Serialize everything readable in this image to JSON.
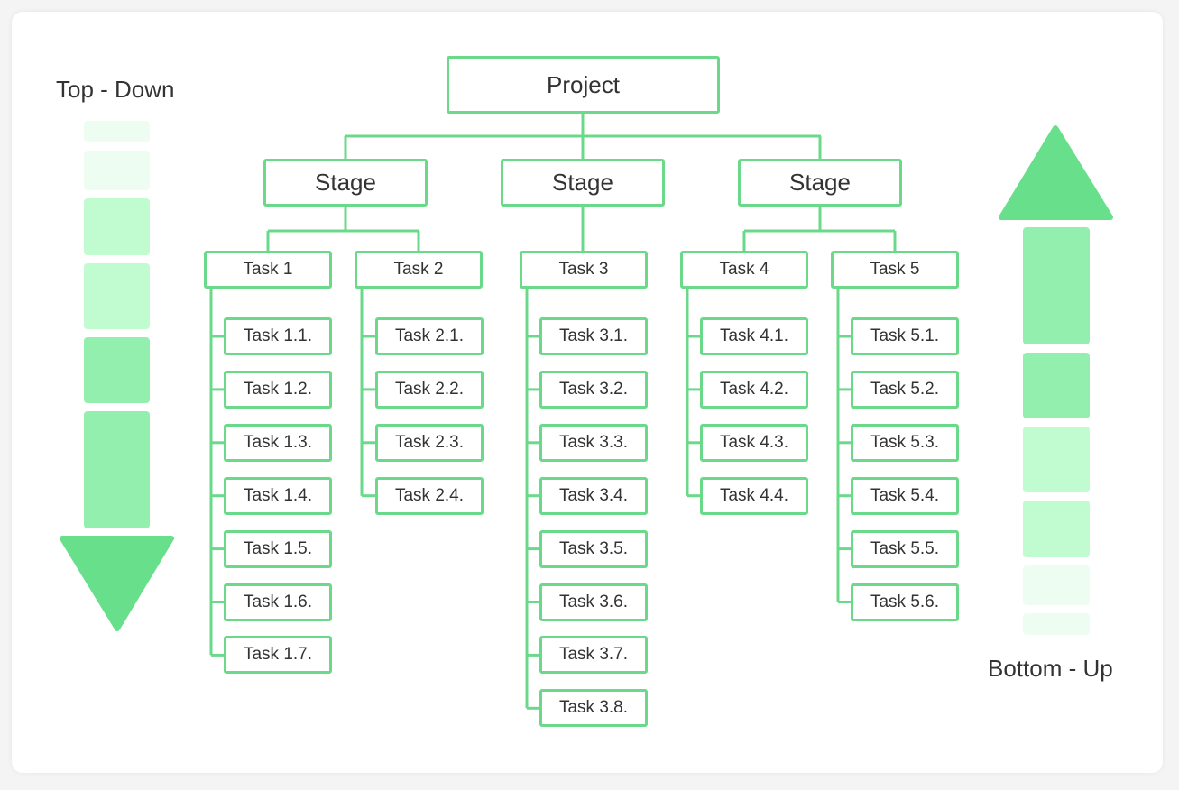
{
  "labels": {
    "top_down": "Top - Down",
    "bottom_up": "Bottom - Up"
  },
  "colors": {
    "line": "#6bd98a",
    "segment_pale": "#eefdf2",
    "segment_light": "#c1fbd0",
    "segment_mid": "#93efae",
    "arrow": "#68df8a",
    "text": "#333333"
  },
  "tree": {
    "root": "Project",
    "stages": [
      "Stage",
      "Stage",
      "Stage"
    ],
    "tasks": [
      {
        "label": "Task 1",
        "subtasks": [
          "Task 1.1.",
          "Task 1.2.",
          "Task 1.3.",
          "Task 1.4.",
          "Task 1.5.",
          "Task 1.6.",
          "Task 1.7."
        ]
      },
      {
        "label": "Task 2",
        "subtasks": [
          "Task 2.1.",
          "Task 2.2.",
          "Task 2.3.",
          "Task 2.4."
        ]
      },
      {
        "label": "Task 3",
        "subtasks": [
          "Task 3.1.",
          "Task 3.2.",
          "Task 3.3.",
          "Task 3.4.",
          "Task 3.5.",
          "Task 3.6.",
          "Task 3.7.",
          "Task 3.8."
        ]
      },
      {
        "label": "Task 4",
        "subtasks": [
          "Task 4.1.",
          "Task 4.2.",
          "Task 4.3.",
          "Task 4.4."
        ]
      },
      {
        "label": "Task 5",
        "subtasks": [
          "Task 5.1.",
          "Task 5.2.",
          "Task 5.3.",
          "Task 5.4.",
          "Task 5.5.",
          "Task 5.6."
        ]
      }
    ]
  }
}
